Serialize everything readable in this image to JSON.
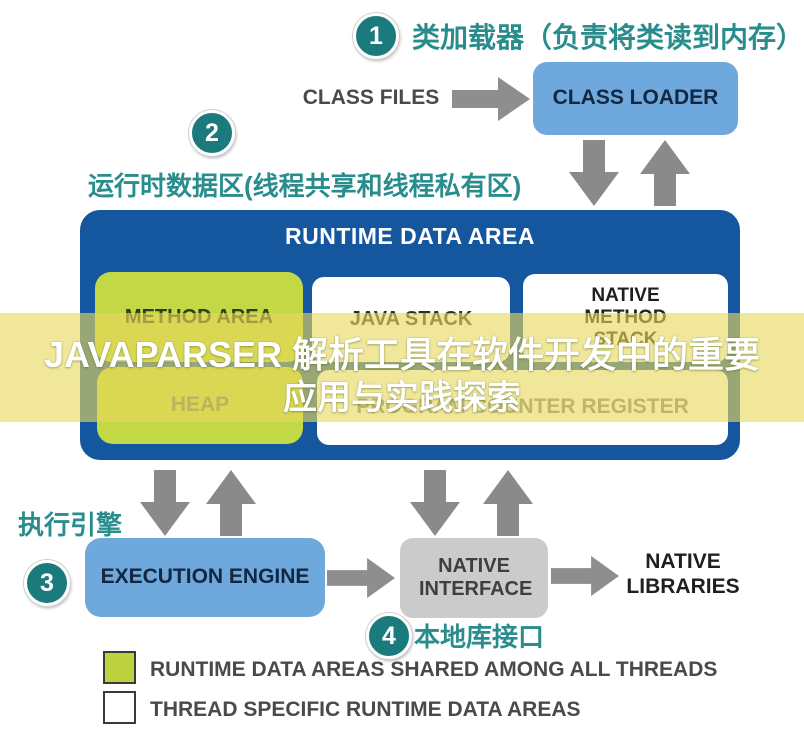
{
  "annotations": {
    "one": {
      "num": "1",
      "label": "类加载器（负责将类读到内存）"
    },
    "two": {
      "num": "2",
      "label": "运行时数据区(线程共享和线程私有区)"
    },
    "three": {
      "num": "3",
      "label": "执行引擎"
    },
    "four": {
      "num": "4",
      "label": "本地库接口"
    }
  },
  "flow": {
    "class_files": "CLASS FILES",
    "class_loader": "CLASS LOADER",
    "execution_engine": "EXECUTION ENGINE",
    "native_interface": "NATIVE INTERFACE",
    "native_libraries": "NATIVE LIBRARIES"
  },
  "runtime_area": {
    "title": "RUNTIME DATA AREA",
    "boxes": {
      "method_area": "METHOD AREA",
      "java_stack": "JAVA STACK",
      "native_method_stack": "NATIVE METHOD STACK",
      "heap": "HEAP",
      "program_counter": "PROGRAM COUNTER REGISTER"
    }
  },
  "overlay": {
    "line1": "JAVAPARSER 解析工具在软件开发中的重要",
    "line2": "应用与实践探索"
  },
  "legend": {
    "items": [
      {
        "swatch": "green",
        "label": "RUNTIME DATA AREAS SHARED AMONG ALL THREADS"
      },
      {
        "swatch": "white",
        "label": "THREAD SPECIFIC RUNTIME DATA AREAS"
      }
    ]
  },
  "colors": {
    "teal_annotation": "#2a8d8d",
    "badge_teal": "#1b7b7c",
    "runtime_blue": "#15579e",
    "light_blue_box": "#6fa8dc",
    "green_box": "#c2d844",
    "native_interface_gray": "#cbcbcb",
    "arrow_gray": "#8e8e8e",
    "overlay_yellow": "#e8d95c"
  }
}
